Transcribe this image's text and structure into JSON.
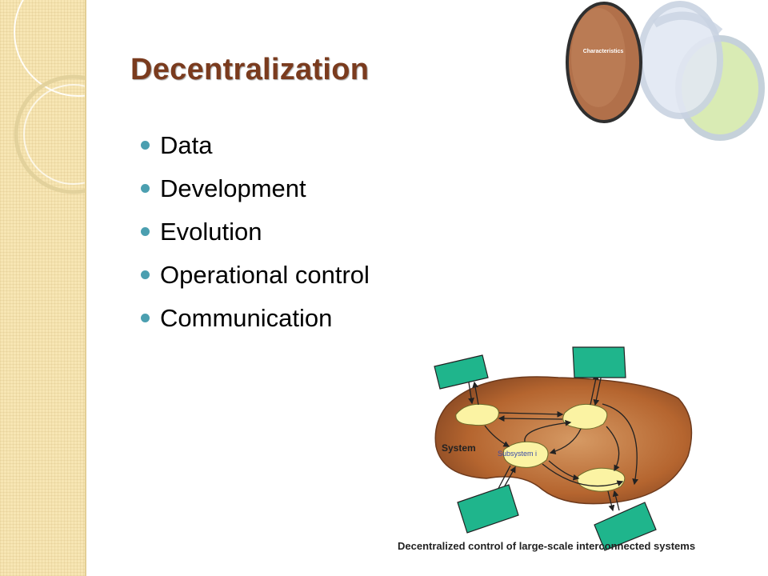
{
  "slide": {
    "title": "Decentralization",
    "bullets": [
      "Data",
      "Development",
      "Evolution",
      "Operational control",
      "Communication"
    ]
  },
  "graphic": {
    "label": "Characteristics"
  },
  "diagram": {
    "system_label": "System",
    "subsystem_label": "Subsystem i",
    "caption": "Decentralized control of large-scale interconnected systems"
  },
  "colors": {
    "title": "#7a3b1e",
    "bullet": "#4b9fb0",
    "sidebar": "#f7e6b4",
    "box": "#1fb58c",
    "blob": "#b5652f"
  }
}
